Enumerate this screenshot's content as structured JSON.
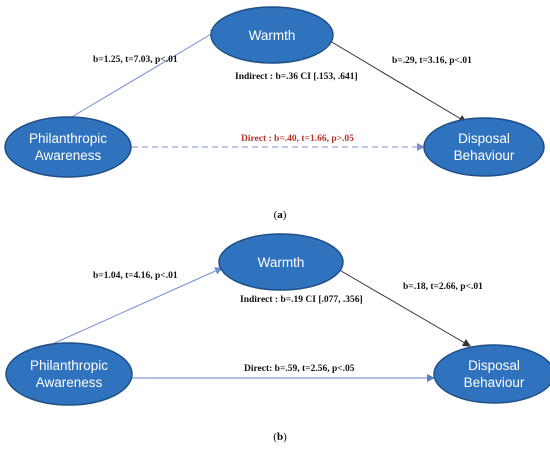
{
  "panels": [
    {
      "label_open": "(",
      "label_letter": "a",
      "label_close": ")",
      "nodes": {
        "mediator": "Warmth",
        "predictor_line1": "Philanthropic",
        "predictor_line2": "Awareness",
        "outcome_line1": "Disposal",
        "outcome_line2": "Behaviour"
      },
      "paths": {
        "a_path": "b=1.25, t=7.03, p<.01",
        "b_path": "b=.29, t=3.16, p<.01",
        "indirect": "Indirect : b=.36 CI [.153,  .641]",
        "direct": "Direct : b=.40, t=1.66, p>.05"
      },
      "colors": {
        "direct_label": "#b8332a",
        "direct_line": "#7d8fd0"
      }
    },
    {
      "label_open": "(",
      "label_letter": "b",
      "label_close": ")",
      "nodes": {
        "mediator": "Warmth",
        "predictor_line1": "Philanthropic",
        "predictor_line2": "Awareness",
        "outcome_line1": "Disposal",
        "outcome_line2": "Behaviour"
      },
      "paths": {
        "a_path": "b=1.04, t=4.16, p<.01",
        "b_path": "b=.18, t=2.66, p<.01",
        "indirect": "Indirect : b=.19 CI [.077,  .356]",
        "direct": "Direct: b=.59, t=2.56, p<.05"
      },
      "colors": {
        "direct_label": "#111111",
        "direct_line": "#5b7fc4"
      }
    }
  ],
  "colors": {
    "node_fill": "#2f72bd",
    "node_stroke": "#1f4f86",
    "a_arrow": "#6f8fd6",
    "b_arrow": "#333333"
  }
}
